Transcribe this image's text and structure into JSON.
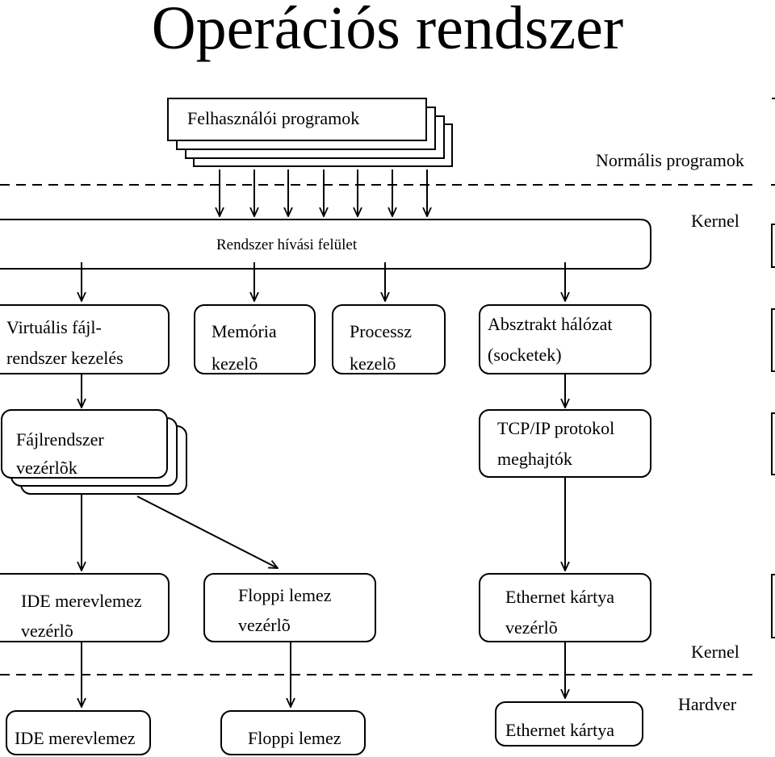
{
  "title": "Operációs rendszer",
  "zones": {
    "normal": "Normális programok",
    "kernel_top": "Kernel",
    "kernel_bottom": "Kernel",
    "hardware": "Hardver"
  },
  "user_programs": "Felhasználói programok",
  "syscall": "Rendszer hívási felület",
  "vfs": [
    "Virtuális fájl-",
    "rendszer kezelés"
  ],
  "memory": [
    "Memória",
    "kezelõ"
  ],
  "process": [
    "Processz",
    "kezelõ"
  ],
  "network": [
    "Absztrakt hálózat",
    "(socketek)"
  ],
  "fs_drivers": [
    "Fájlrendszer",
    "vezérlõk"
  ],
  "tcpip": [
    "TCP/IP protokol",
    "meghajtók"
  ],
  "ide_driver": [
    "IDE merevlemez",
    "vezérlõ"
  ],
  "floppy_driver": [
    "Floppi lemez",
    "vezérlõ"
  ],
  "eth_driver": [
    "Ethernet kártya",
    "vezérlõ"
  ],
  "ide_hw": "IDE merevlemez",
  "floppy_hw": "Floppi lemez",
  "eth_hw": "Ethernet kártya"
}
